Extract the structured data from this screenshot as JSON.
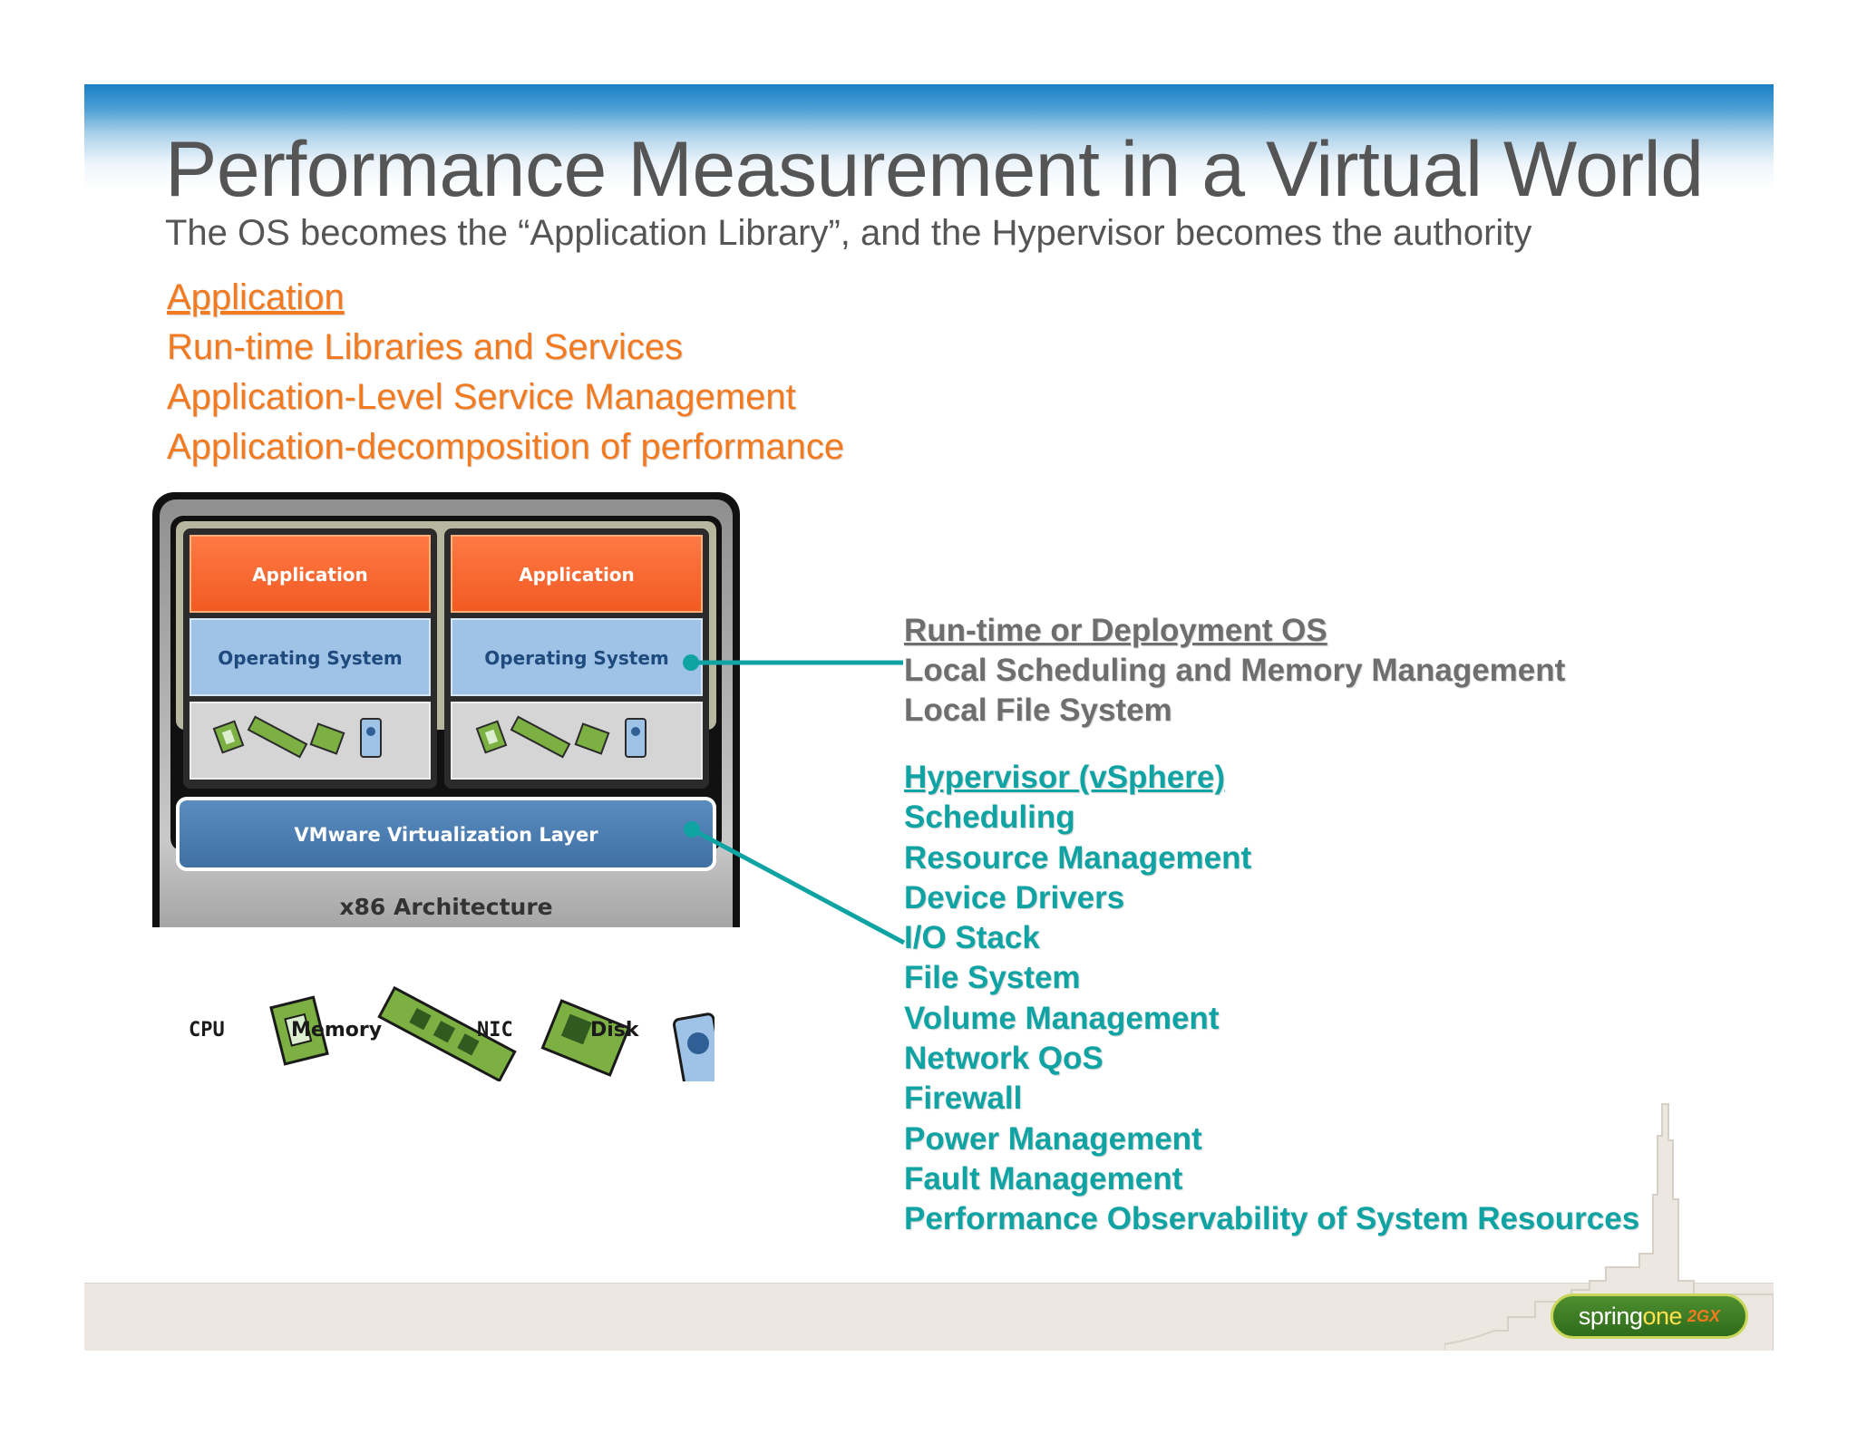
{
  "title": "Performance Measurement in a Virtual World",
  "subtitle": "The OS becomes the “Application Library”, and the Hypervisor becomes the authority",
  "app_layers": [
    "Application",
    "Run-time Libraries and Services",
    "Application-Level Service Management",
    "Application-decomposition of performance"
  ],
  "diagram": {
    "vm1": {
      "app": "Application",
      "os": "Operating System"
    },
    "vm2": {
      "app": "Application",
      "os": "Operating System"
    },
    "virtualization_layer": "VMware Virtualization Layer",
    "architecture": "x86 Architecture",
    "hardware": [
      "CPU",
      "Memory",
      "NIC",
      "Disk"
    ]
  },
  "os_items": [
    "Run-time or Deployment OS",
    "Local Scheduling and Memory Management",
    "Local File System"
  ],
  "hypervisor_items": [
    "Hypervisor (vSphere)",
    "Scheduling",
    "Resource Management",
    "Device Drivers",
    "I/O Stack",
    "File System",
    "Volume Management",
    "Network QoS",
    "Firewall",
    "Power Management",
    "Fault Management",
    "Performance Observability of System Resources"
  ],
  "logo": {
    "text": "spring",
    "accent": "one",
    "tag": "2GX"
  },
  "colors": {
    "orange": "#f47a20",
    "teal": "#0fa3a3",
    "grey_text": "#6e6e6e",
    "title_grey": "#555555",
    "os_blue": "#9fc3e6",
    "layer_blue": "#4d7eb1",
    "app_orange": "#ff6633"
  }
}
